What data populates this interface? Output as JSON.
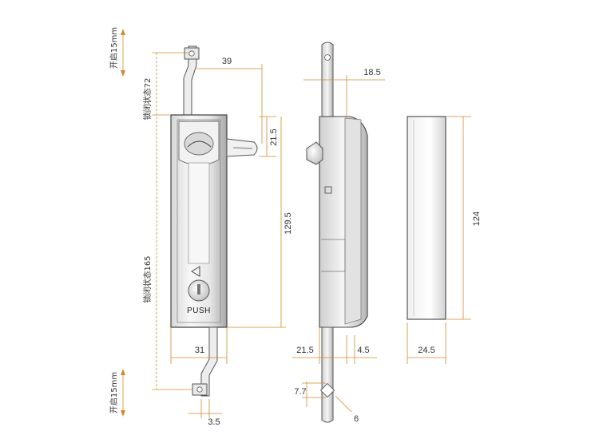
{
  "dimensions": {
    "top_width": "39",
    "lever_height": "21.5",
    "handle_length": "129.5",
    "bottom_width": "31",
    "cam_offset": "3.5",
    "side_depth": "18.5",
    "side_base": "21.5",
    "side_step": "4.5",
    "hole_pitch": "7.7",
    "hole_size": "6",
    "back_height": "124",
    "back_width": "24.5"
  },
  "labels": {
    "open_top": "开启15mm",
    "locked_top": "锁闭状态72",
    "locked_bottom": "锁闭状态165",
    "open_bottom": "开启15mm",
    "push": "PUSH"
  },
  "colors": {
    "line": "#444444",
    "dim_line": "#d08a2a",
    "metal_light": "#f4f4f4",
    "metal_dark": "#9a9a9a"
  }
}
